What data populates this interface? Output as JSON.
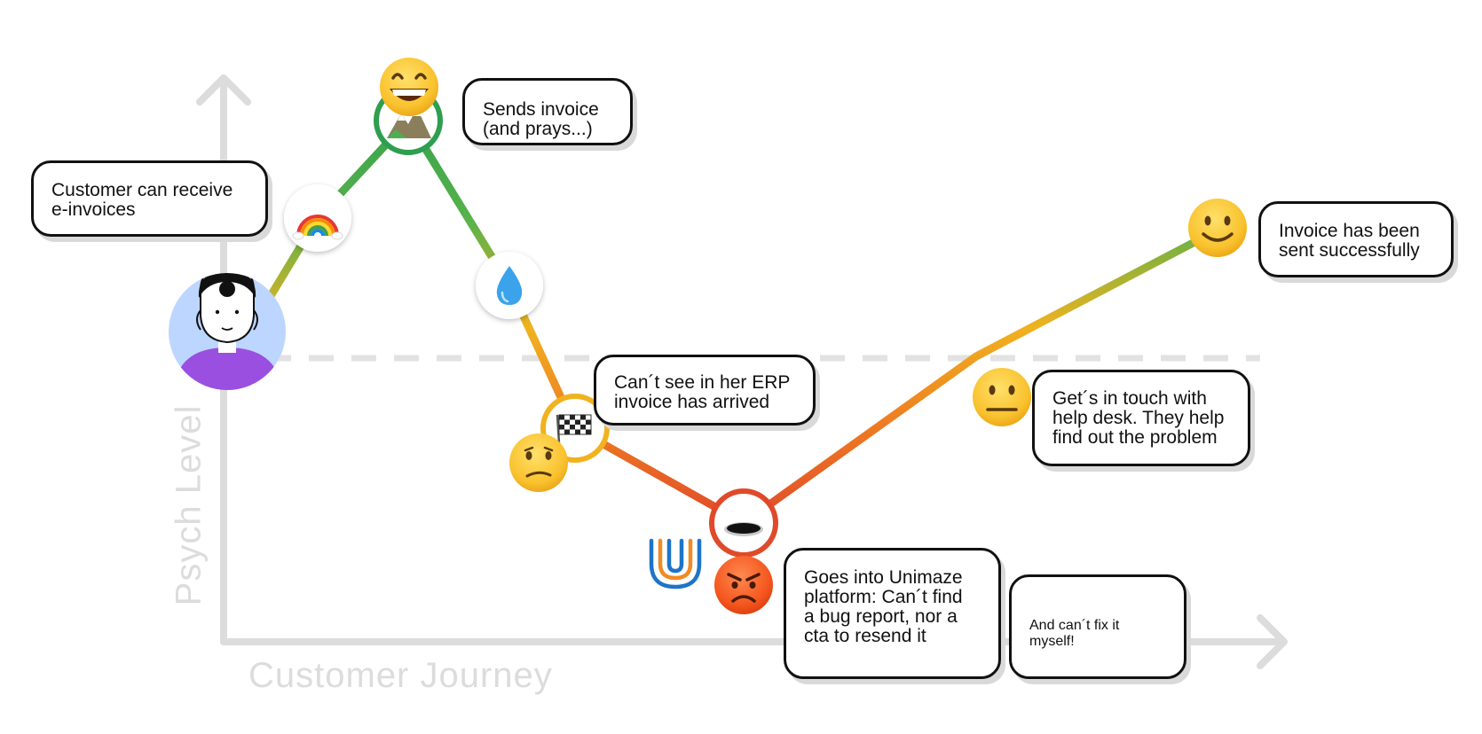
{
  "axes": {
    "y_label": "Psych Level",
    "x_label": "Customer Journey",
    "axis_color": "#dcdcdc"
  },
  "notes": {
    "receive": "Customer can receive\ne-invoices",
    "sends": "Sends invoice\n(and prays...)",
    "cant_see": "Can´t see in her ERP\ninvoice has arrived",
    "unimaze": "Goes into Unimaze\nplatform: Can´t find\na bug report, nor a\ncta to resend it",
    "cant_fix": "And can´t fix it\nmyself!",
    "help_desk": "Get´s in touch with\nhelp desk. They help\nfind out the problem",
    "success": "Invoice has been\nsent successfully"
  },
  "journey": {
    "colors": {
      "good": "#2e9e4f",
      "mid": "#f0b21f",
      "bad": "#df4a2a"
    },
    "steps": [
      {
        "name": "start",
        "icon": "customer-avatar"
      },
      {
        "name": "rainbow",
        "icon": "rainbow-icon"
      },
      {
        "name": "peak",
        "icon": "mountain-icon",
        "mood": "grinning-face-icon"
      },
      {
        "name": "drop",
        "icon": "droplet-icon"
      },
      {
        "name": "flag",
        "icon": "checkered-flag-icon",
        "mood": "confused-face-icon"
      },
      {
        "name": "hole",
        "icon": "hole-icon",
        "mood": "angry-face-icon",
        "brand": "unimaze-logo"
      },
      {
        "name": "help",
        "mood": "neutral-face-icon"
      },
      {
        "name": "end",
        "mood": "smiling-face-icon"
      }
    ]
  }
}
